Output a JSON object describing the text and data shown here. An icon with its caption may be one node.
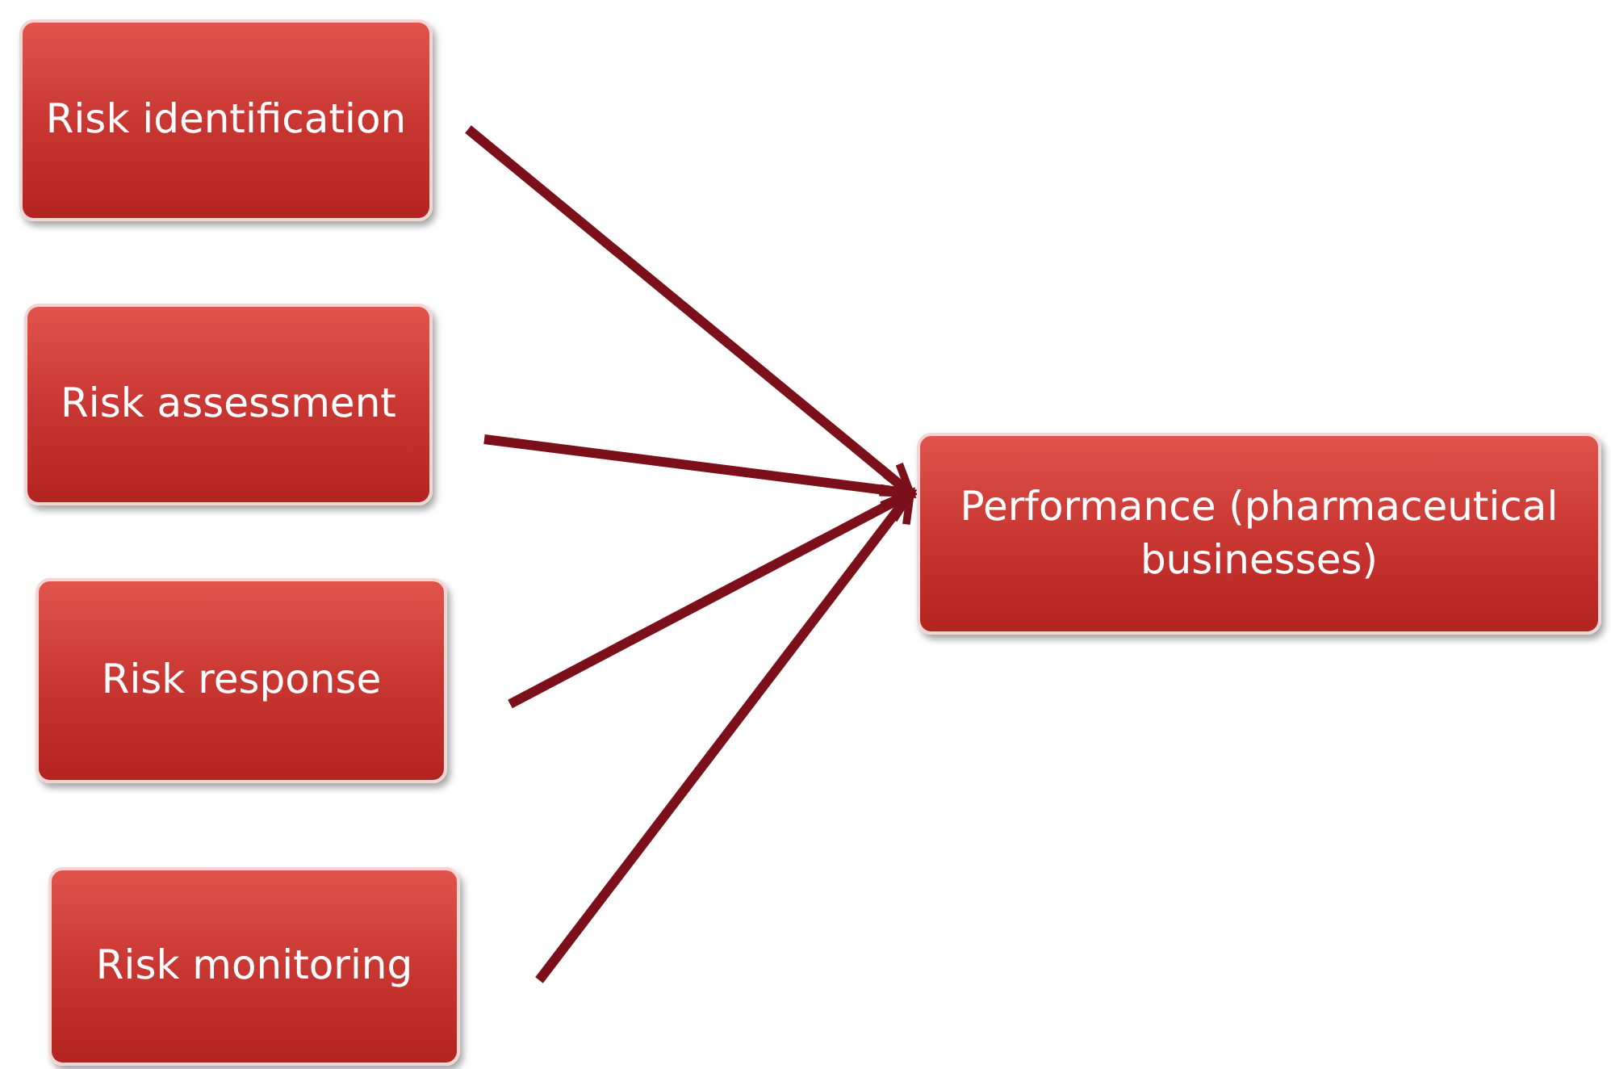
{
  "diagram": {
    "nodes": [
      {
        "text": [
          "Risk identification"
        ]
      },
      {
        "text": [
          "Risk assessment"
        ]
      },
      {
        "text": [
          "Risk response"
        ]
      },
      {
        "text": [
          "Risk monitoring"
        ]
      },
      {
        "text": [
          "Performance (pharmaceutical businesses)"
        ]
      }
    ],
    "edges": [
      {
        "from": 0,
        "to": 4,
        "arrow": "to"
      },
      {
        "from": 1,
        "to": 4,
        "arrow": "to"
      },
      {
        "from": 2,
        "to": 4,
        "arrow": "to"
      },
      {
        "from": 3,
        "to": 4,
        "arrow": "to"
      }
    ]
  }
}
